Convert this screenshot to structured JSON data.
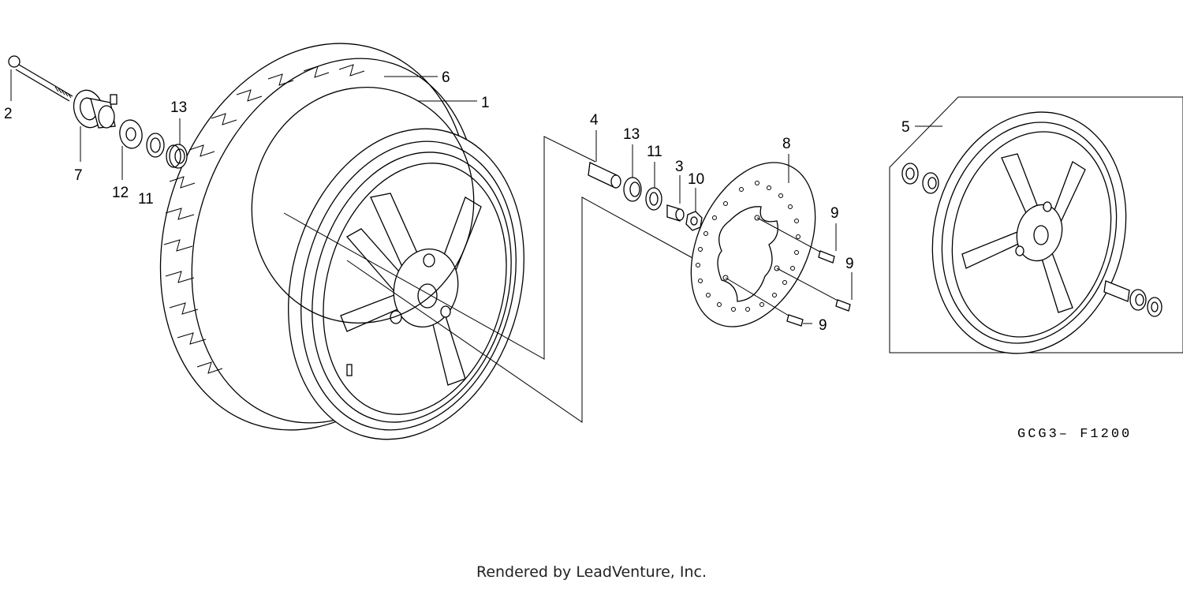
{
  "parts": {
    "p1": "1",
    "p2": "2",
    "p3": "3",
    "p4": "4",
    "p5": "5",
    "p6": "6",
    "p7": "7",
    "p8": "8",
    "p9a": "9",
    "p9b": "9",
    "p9c": "9",
    "p10": "10",
    "p11a": "11",
    "p11b": "11",
    "p12": "12",
    "p13a": "13",
    "p13b": "13"
  },
  "diagram_code": "GCG3– F1200",
  "footer": "Rendered by LeadVenture, Inc."
}
